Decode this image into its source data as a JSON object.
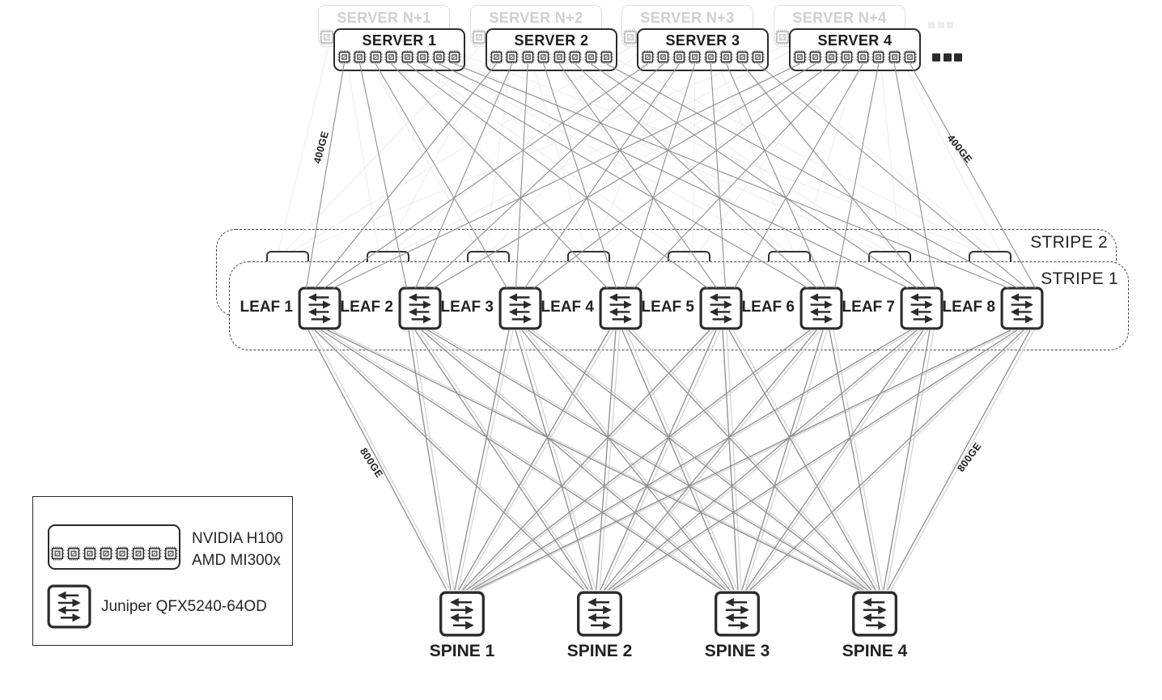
{
  "diagram": {
    "servers": [
      {
        "label": "SERVER 1"
      },
      {
        "label": "SERVER 2"
      },
      {
        "label": "SERVER 3"
      },
      {
        "label": "SERVER 4"
      }
    ],
    "ghost_servers": [
      {
        "label": "SERVER N+1"
      },
      {
        "label": "SERVER N+2"
      },
      {
        "label": "SERVER N+3"
      },
      {
        "label": "SERVER N+4"
      }
    ],
    "leaves": [
      {
        "label": "LEAF 1"
      },
      {
        "label": "LEAF 2"
      },
      {
        "label": "LEAF 3"
      },
      {
        "label": "LEAF 4"
      },
      {
        "label": "LEAF 5"
      },
      {
        "label": "LEAF 6"
      },
      {
        "label": "LEAF 7"
      },
      {
        "label": "LEAF 8"
      }
    ],
    "spines": [
      {
        "label": "SPINE 1"
      },
      {
        "label": "SPINE 2"
      },
      {
        "label": "SPINE 3"
      },
      {
        "label": "SPINE 4"
      }
    ],
    "stripes": [
      {
        "label": "STRIPE 1"
      },
      {
        "label": "STRIPE 2"
      }
    ],
    "link_labels": {
      "server_to_leaf": "400GE",
      "leaf_to_spine": "800GE"
    },
    "ellipsis": "...",
    "legend": {
      "server_model_1": "NVIDIA H100",
      "server_model_2": "AMD MI300x",
      "switch_model": "Juniper QFX5240-64OD"
    },
    "icons": {
      "server": "server-with-gpus-icon",
      "gpu": "gpu-chip-icon",
      "switch": "ethernet-switch-icon"
    },
    "colors": {
      "node_border": "#2b2b2b",
      "text": "#222222",
      "ghost_border": "#dedede",
      "ghost_text": "#cfcfcf",
      "link_server_leaf": "#8f8f8f",
      "link_leaf_spine_dark": "#8d8d8d",
      "link_leaf_spine_light": "#d4d4d4",
      "link_ghost": "#ececec"
    }
  }
}
